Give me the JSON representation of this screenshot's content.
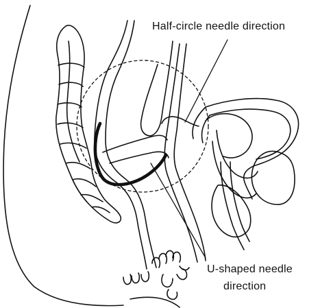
{
  "labels": {
    "half_circle": "Half-circle needle direction",
    "u_shaped_line1": "U-shaped needle",
    "u_shaped_line2": "direction"
  },
  "colors": {
    "line": "#111111",
    "background": "#ffffff"
  }
}
